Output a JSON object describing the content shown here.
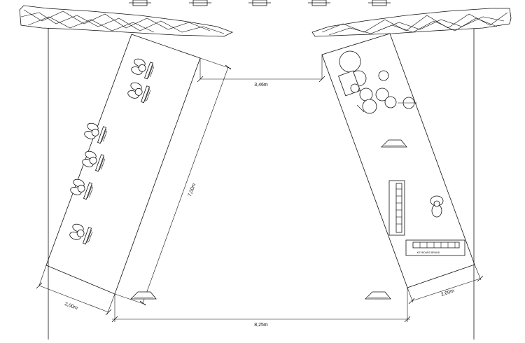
{
  "plan": {
    "dimensions": {
      "gap_between_risers": "3,46m",
      "riser_length": "7,00m",
      "left_riser_width": "2,00m",
      "right_riser_width": "2,00m",
      "stage_width": "8,25m"
    },
    "keyboard_brand": "KEYBOARD BRAND"
  }
}
